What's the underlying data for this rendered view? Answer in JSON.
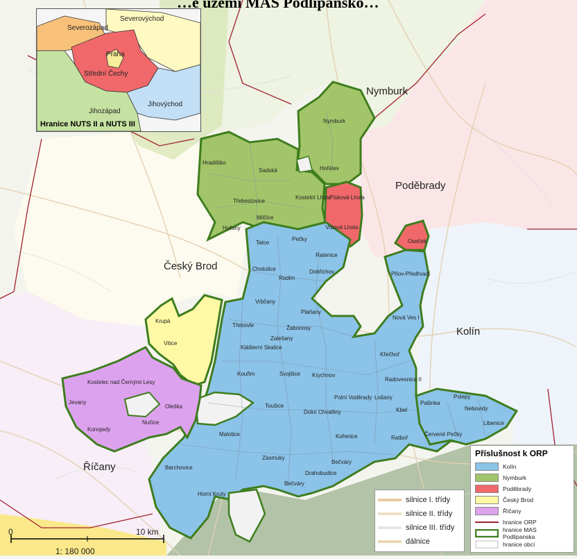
{
  "title": "…é území MAS Podlipansko…",
  "orp_labels": [
    "Nymburk",
    "Poděbrady",
    "Český Brod",
    "Kolín",
    "Říčany"
  ],
  "municipalities": [
    "Hradištko",
    "Sadská",
    "Nymburk",
    "Hořátev",
    "Třebestovice",
    "Kostelní Lhota",
    "Písková Lhota",
    "Milčice",
    "Vrbová Lhota",
    "Hořany",
    "Tatce",
    "Pečky",
    "Ratenice",
    "Chotutice",
    "Radim",
    "Dobřichov",
    "Oseček",
    "Přiov-Předhradí",
    "Vrbčany",
    "Plaňany",
    "Nová Ves I",
    "Třebovle",
    "Žabonosy",
    "Zalešany",
    "Klášterní Skalice",
    "Krupá",
    "Vitice",
    "Kostelec nad Černými Lesy",
    "Křečhoř",
    "Kouřim",
    "Svojšice",
    "Krychnov",
    "Radovesnice II",
    "Jevany",
    "Oleška",
    "Toušice",
    "Polní Voděrady",
    "Lošany",
    "Nučice",
    "Konojedy",
    "Dolní Chvatliny",
    "Kbel",
    "Pašinka",
    "Polepy",
    "Nebovidy",
    "Libenice",
    "Malotice",
    "Kořenice",
    "Ratboř",
    "Červené Pečky",
    "Barchovice",
    "Zásmuky",
    "Bečváry",
    "Drahobudice",
    "Horní Kruty",
    "Bečváry"
  ],
  "inset": {
    "title": "Hranice NUTS II a NUTS III",
    "regions": [
      "Severozápad",
      "Severovýchod",
      "Praha",
      "Střední Čechy",
      "Jihozápad",
      "Jihovýchod"
    ]
  },
  "legend": {
    "title": "Příslušnost k ORP",
    "items": [
      {
        "label": "Kolín",
        "color": "#8cc3e8"
      },
      {
        "label": "Nymburk",
        "color": "#a3c56a"
      },
      {
        "label": "Poděbrady",
        "color": "#f0686a"
      },
      {
        "label": "Český Brod",
        "color": "#fff9a5"
      },
      {
        "label": "Říčany",
        "color": "#dda2ee"
      }
    ],
    "lines": [
      {
        "label": "hranice ORP",
        "color": "#a1202e"
      },
      {
        "label": "hranice MAS Podlipanska",
        "color": "#3e7d1e"
      },
      {
        "label": "hranice obcí",
        "color": "#bbbbbb"
      }
    ]
  },
  "roads": [
    {
      "label": "silnice I. třídy",
      "color": "#e9cba4"
    },
    {
      "label": "silnice II. třídy",
      "color": "#eedfc6"
    },
    {
      "label": "silnice III. třídy",
      "color": "#e6e6e6"
    },
    {
      "label": "dálnice",
      "color": "#ead6b5"
    }
  ],
  "scale": {
    "zero": "0",
    "distance": "10 km",
    "ratio": "1: 180 000"
  }
}
